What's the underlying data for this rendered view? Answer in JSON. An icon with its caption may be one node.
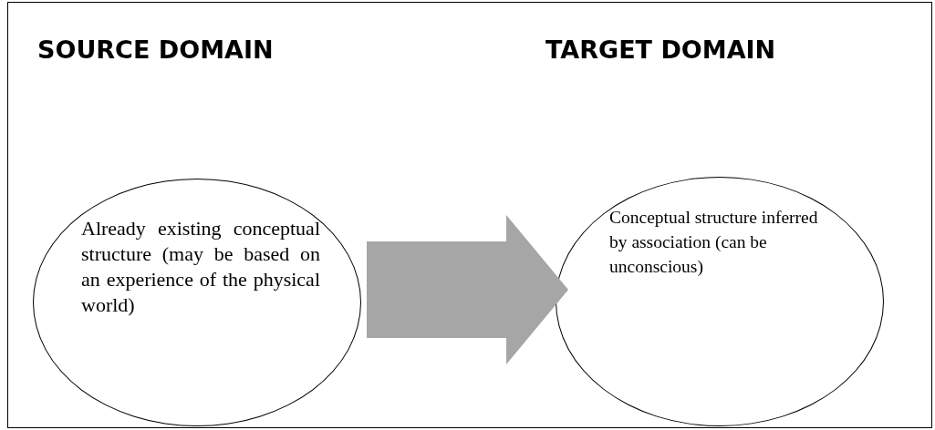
{
  "diagram": {
    "nodes": [
      {
        "text": [
          "SOURCE DOMAIN",
          "Already existing conceptual structure (may be based on an experience of the physical world)"
        ]
      },
      {
        "text": [
          "TARGET DOMAIN",
          "Conceptual structure inferred by association (can be unconscious)"
        ]
      }
    ],
    "edges": [
      {
        "from": 0,
        "to": 1,
        "arrow": "to",
        "style": "thick"
      }
    ]
  }
}
